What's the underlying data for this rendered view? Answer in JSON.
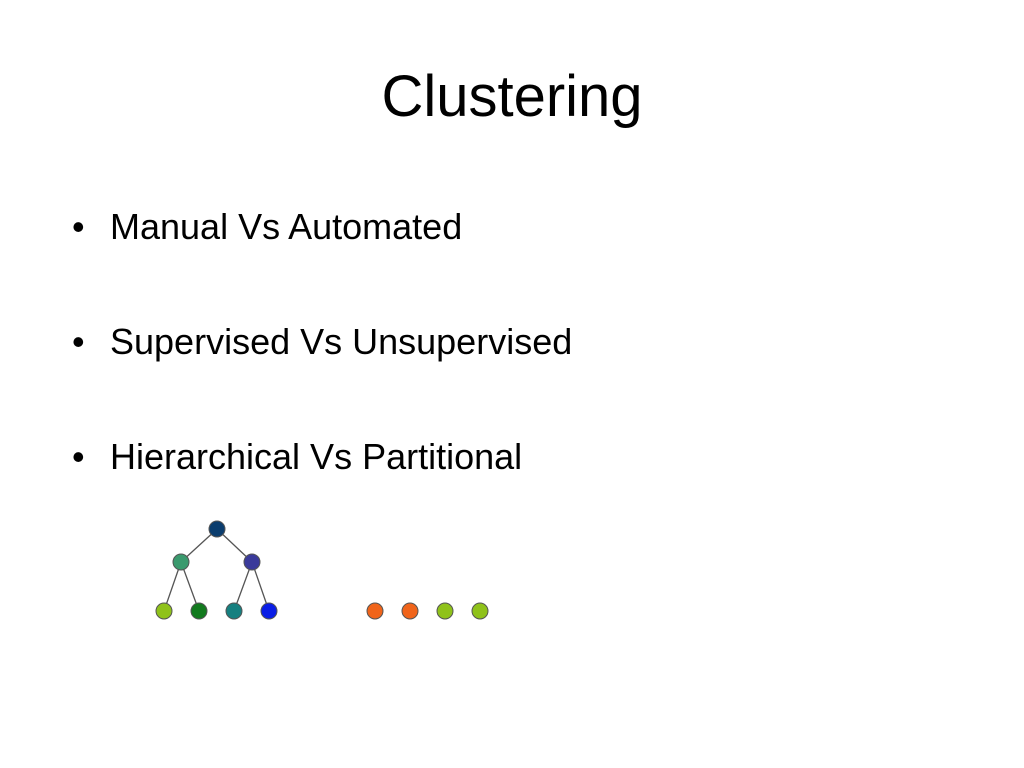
{
  "slide": {
    "title": "Clustering",
    "bullet_glyph": "•",
    "bullets": [
      "Manual Vs Automated",
      "Supervised Vs Unsupervised",
      "Hierarchical Vs Partitional"
    ]
  },
  "diagram": {
    "hierarchical_tree": {
      "root": {
        "color": "#0b3d6e"
      },
      "mid": [
        {
          "color": "#3a9a6e"
        },
        {
          "color": "#3a3a9a"
        }
      ],
      "leaves": [
        {
          "color": "#8fc21a"
        },
        {
          "color": "#127a1e"
        },
        {
          "color": "#168080"
        },
        {
          "color": "#0a1ee6"
        }
      ]
    },
    "partitional_points": [
      {
        "color": "#f0641a"
      },
      {
        "color": "#f0641a"
      },
      {
        "color": "#8fc21a"
      },
      {
        "color": "#8fc21a"
      }
    ],
    "edge_color": "#555555",
    "node_stroke": "#555555"
  }
}
